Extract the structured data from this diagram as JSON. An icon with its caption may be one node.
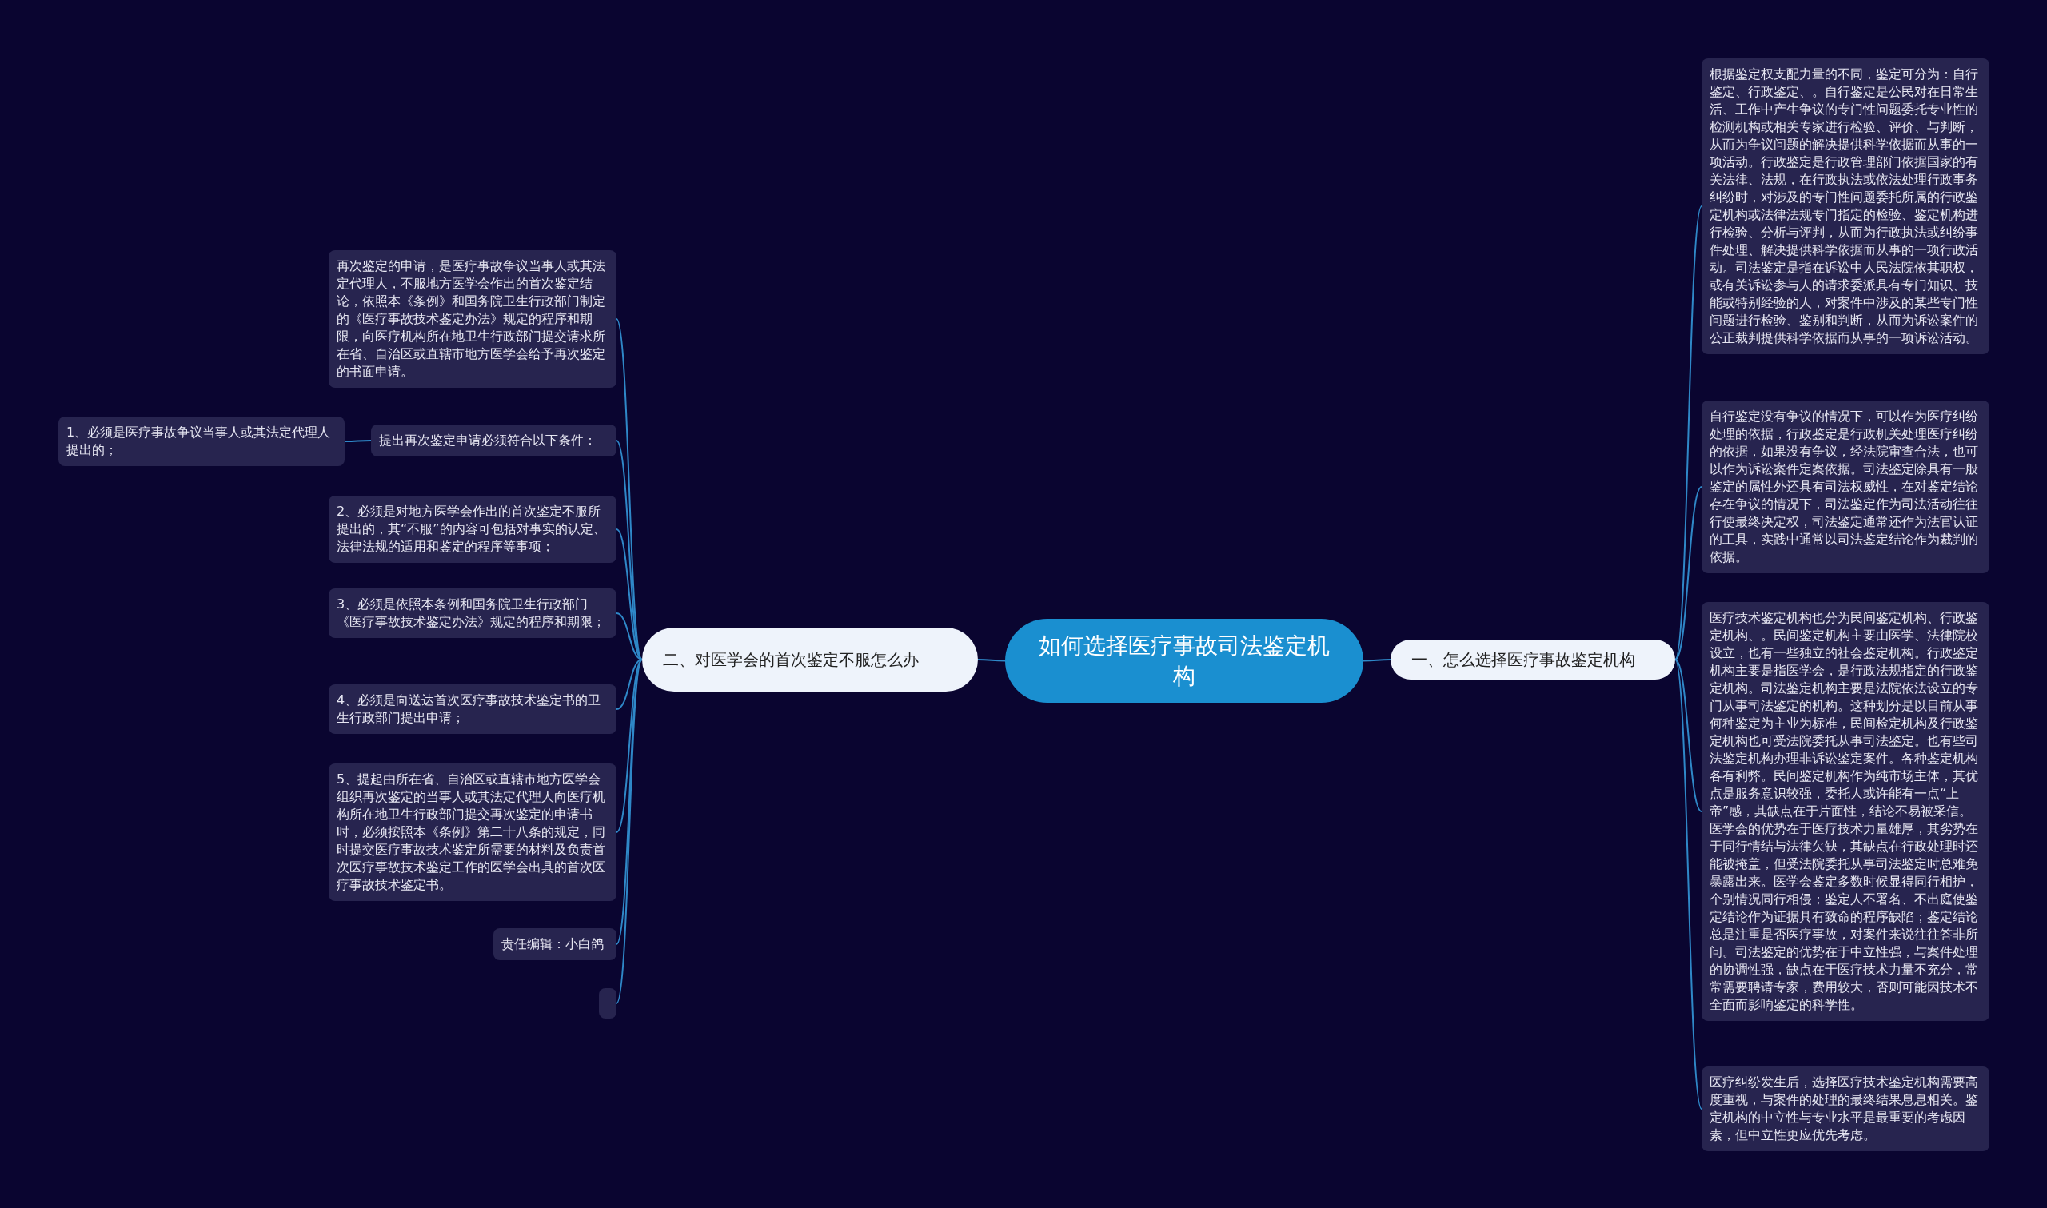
{
  "diagram": {
    "nodes": [
      {
        "text": [
          "如何选择医疗事故司法鉴定机构"
        ]
      },
      {
        "text": [
          "一、怎么选择医疗事故鉴定机构"
        ]
      },
      {
        "text": [
          "根据鉴定权支配力量的不同，鉴定可分为：自行鉴定、行政鉴定、。自行鉴定是公民对在日常生活、工作中产生争议的专门性问题委托专业性的检测机构或相关专家进行检验、评价、与判断，从而为争议问题的解决提供科学依据而从事的一项活动。行政鉴定是行政管理部门依据国家的有关法律、法规，在行政执法或依法处理行政事务纠纷时，对涉及的专门性问题委托所属的行政鉴定机构或法律法规专门指定的检验、鉴定机构进行检验、分析与评判，从而为行政执法或纠纷事件处理、解决提供科学依据而从事的一项行政活动。司法鉴定是指在诉讼中人民法院依其职权，或有关诉讼参与人的请求委派具有专门知识、技能或特别经验的人，对案件中涉及的某些专门性问题进行检验、鉴别和判断，从而为诉讼案件的公正裁判提供科学依据而从事的一项诉讼活动。"
        ]
      },
      {
        "text": [
          "自行鉴定没有争议的情况下，可以作为医疗纠纷处理的依据，行政鉴定是行政机关处理医疗纠纷的依据，如果没有争议，经法院审查合法，也可以作为诉讼案件定案依据。司法鉴定除具有一般鉴定的属性外还具有司法权威性，在对鉴定结论存在争议的情况下，司法鉴定作为司法活动往往行使最终决定权，司法鉴定通常还作为法官认证的工具，实践中通常以司法鉴定结论作为裁判的依据。"
        ]
      },
      {
        "text": [
          "医疗技术鉴定机构也分为民间鉴定机构、行政鉴定机构、。民间鉴定机构主要由医学、法律院校设立，也有一些独立的社会鉴定机构。行政鉴定机构主要是指医学会，是行政法规指定的行政鉴定机构。司法鉴定机构主要是法院依法设立的专门从事司法鉴定的机构。这种划分是以目前从事何种鉴定为主业为标准，民间检定机构及行政鉴定机构也可受法院委托从事司法鉴定。也有些司法鉴定机构办理非诉讼鉴定案件。各种鉴定机构各有利弊。民间鉴定机构作为纯市场主体，其优点是服务意识较强，委托人或许能有一点“上帝”感，其缺点在于片面性，结论不易被采信。医学会的优势在于医疗技术力量雄厚，其劣势在于同行情结与法律欠缺，其缺点在行政处理时还能被掩盖，但受法院委托从事司法鉴定时总难免暴露出来。医学会鉴定多数时候显得同行相护，个别情况同行相侵；鉴定人不署名、不出庭使鉴定结论作为证据具有致命的程序缺陷；鉴定结论总是注重是否医疗事故，对案件来说往往答非所问。司法鉴定的优势在于中立性强，与案件处理的协调性强，缺点在于医疗技术力量不充分，常常需要聘请专家，费用较大，否则可能因技术不全面而影响鉴定的科学性。"
        ]
      },
      {
        "text": [
          "医疗纠纷发生后，选择医疗技术鉴定机构需要高度重视，与案件的处理的最终结果息息相关。鉴定机构的中立性与专业水平是最重要的考虑因素，但中立性更应优先考虑。"
        ]
      },
      {
        "text": [
          "二、对医学会的首次鉴定不服怎么办"
        ]
      },
      {
        "text": [
          "再次鉴定的申请，是医疗事故争议当事人或其法定代理人，不服地方医学会作出的首次鉴定结论，依照本《条例》和国务院卫生行政部门制定的《医疗事故技术鉴定办法》规定的程序和期限，向医疗机构所在地卫生行政部门提交请求所在省、自治区或直辖市地方医学会给予再次鉴定的书面申请。"
        ]
      },
      {
        "text": [
          "提出再次鉴定申请必须符合以下条件："
        ]
      },
      {
        "text": [
          "1、必须是医疗事故争议当事人或其法定代理人提出的；"
        ]
      },
      {
        "text": [
          "2、必须是对地方医学会作出的首次鉴定不服所提出的，其“不服”的内容可包括对事实的认定、法律法规的适用和鉴定的程序等事项；"
        ]
      },
      {
        "text": [
          "3、必须是依照本条例和国务院卫生行政部门《医疗事故技术鉴定办法》规定的程序和期限；"
        ]
      },
      {
        "text": [
          "4、必须是向送达首次医疗事故技术鉴定书的卫生行政部门提出申请；"
        ]
      },
      {
        "text": [
          "5、提起由所在省、自治区或直辖市地方医学会组织再次鉴定的当事人或其法定代理人向医疗机构所在地卫生行政部门提交再次鉴定的申请书时，必须按照本《条例》第二十八条的规定，同时提交医疗事故技术鉴定所需要的材料及负责首次医疗事故技术鉴定工作的医学会出具的首次医疗事故技术鉴定书。"
        ]
      },
      {
        "text": [
          "责任编辑：小白鸽"
        ]
      },
      {
        "text": [],
        "shape": "box"
      }
    ],
    "edges": [
      {
        "from": 0,
        "to": 1,
        "arrow": "none"
      },
      {
        "from": 1,
        "to": 2,
        "arrow": "none"
      },
      {
        "from": 1,
        "to": 3,
        "arrow": "none"
      },
      {
        "from": 1,
        "to": 4,
        "arrow": "none"
      },
      {
        "from": 1,
        "to": 5,
        "arrow": "none"
      },
      {
        "from": 0,
        "to": 6,
        "arrow": "none"
      },
      {
        "from": 6,
        "to": 7,
        "arrow": "none"
      },
      {
        "from": 6,
        "to": 8,
        "arrow": "none"
      },
      {
        "from": 8,
        "to": 9,
        "arrow": "none"
      },
      {
        "from": 6,
        "to": 10,
        "arrow": "none"
      },
      {
        "from": 6,
        "to": 11,
        "arrow": "none"
      },
      {
        "from": 6,
        "to": 12,
        "arrow": "none"
      },
      {
        "from": 6,
        "to": 13,
        "arrow": "none"
      },
      {
        "from": 6,
        "to": 14,
        "arrow": "none"
      },
      {
        "from": 6,
        "to": 15,
        "arrow": "none"
      }
    ]
  }
}
